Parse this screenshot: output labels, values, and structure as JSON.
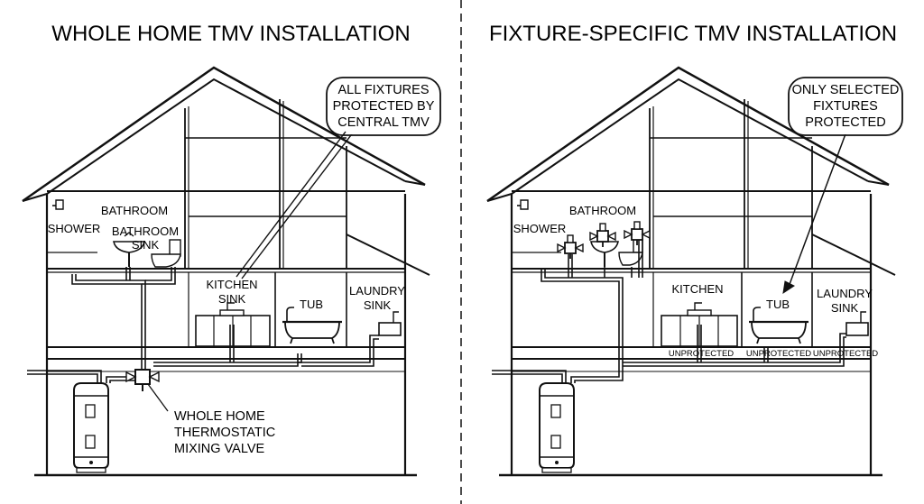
{
  "left": {
    "title": "WHOLE HOME TMV INSTALLATION",
    "callout": [
      "ALL FIXTURES",
      "PROTECTED BY",
      "CENTRAL TMV"
    ],
    "rooms": {
      "bathroom": "BATHROOM",
      "shower": "SHOWER",
      "bathroom_sink": [
        "BATHROOM",
        "SINK"
      ],
      "kitchen_sink": [
        "KITCHEN",
        "SINK"
      ],
      "tub": "TUB",
      "laundry_sink": [
        "LAUNDRY",
        "SINK"
      ]
    },
    "valve_label": [
      "WHOLE HOME",
      "THERMOSTATIC",
      "MIXING VALVE"
    ]
  },
  "right": {
    "title": "FIXTURE-SPECIFIC TMV INSTALLATION",
    "callout": [
      "ONLY SELECTED",
      "FIXTURES",
      "PROTECTED"
    ],
    "rooms": {
      "bathroom": "BATHROOM",
      "shower": "SHOWER",
      "kitchen": "KITCHEN",
      "tub": "TUB",
      "laundry_sink": [
        "LAUNDRY",
        "SINK"
      ]
    },
    "unprotected": [
      "UNPROTECTED",
      "UNPROTECTED",
      "UNPROTECTED"
    ]
  }
}
